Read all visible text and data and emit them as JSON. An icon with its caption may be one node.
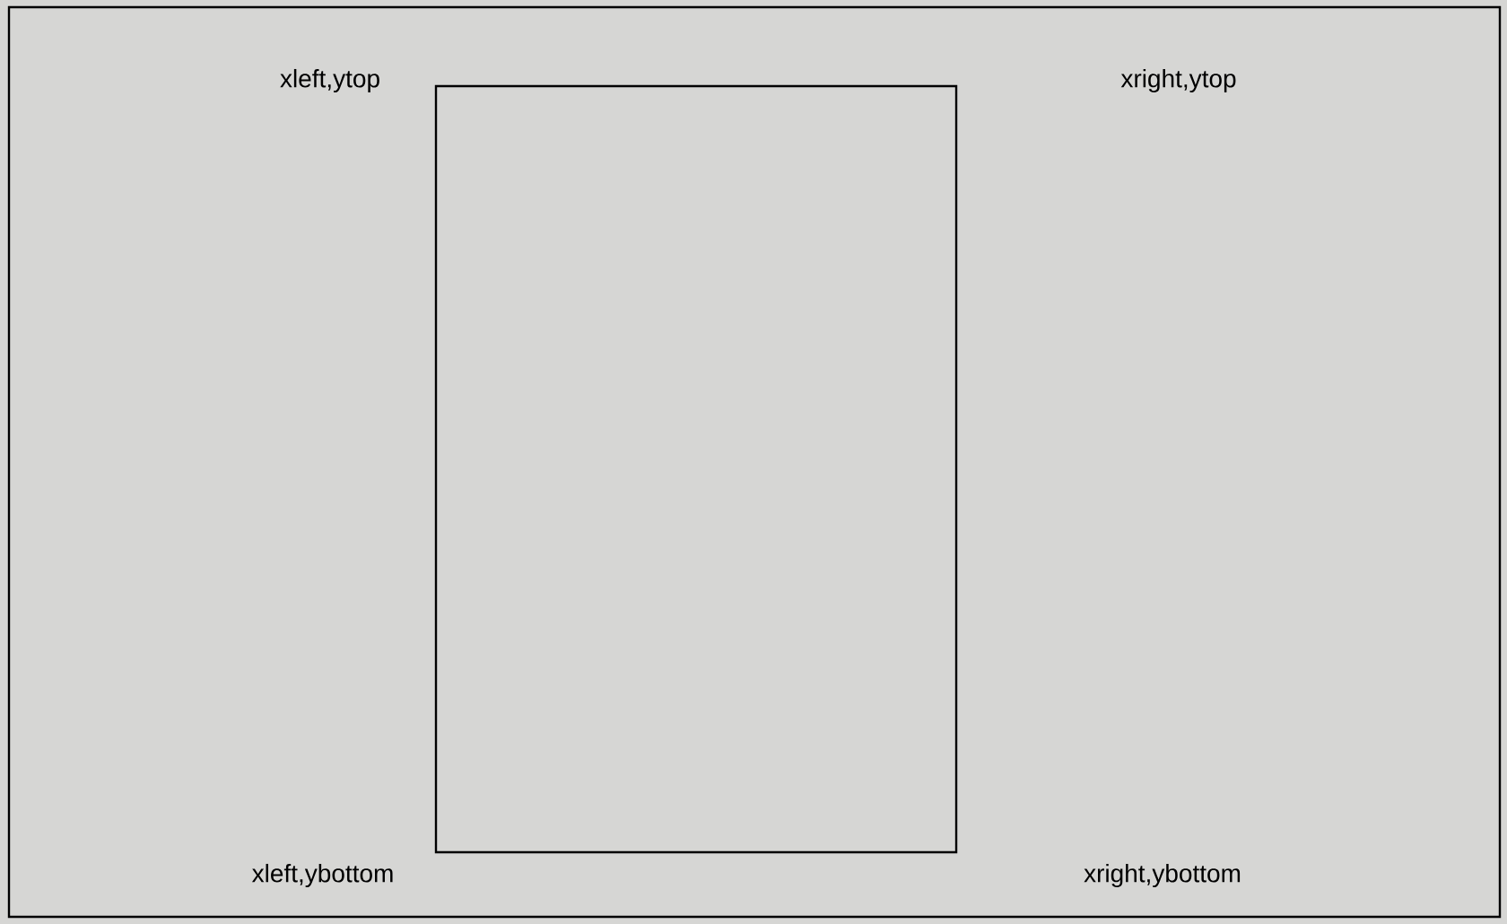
{
  "diagram": {
    "nodes": [
      {
        "text": [],
        "shape": "box"
      }
    ],
    "labels": [
      "xleft,ytop",
      "xright,ytop",
      "xleft,ybottom",
      "xright,ybottom"
    ]
  }
}
